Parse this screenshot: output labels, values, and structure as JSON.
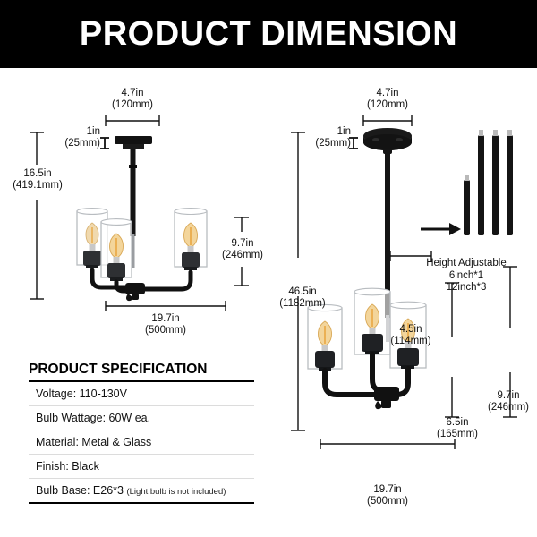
{
  "header": {
    "title": "PRODUCT DIMENSION"
  },
  "left_fixture": {
    "name": "semi-flush-mount-3-light",
    "dimensions": {
      "canopy_width": {
        "inch": "4.7in",
        "mm": "(120mm)"
      },
      "canopy_height": {
        "inch": "1in",
        "mm": "(25mm)"
      },
      "total_height": {
        "inch": "16.5in",
        "mm": "(419.1mm)"
      },
      "shade_height": {
        "inch": "9.7in",
        "mm": "(246mm)"
      },
      "total_width": {
        "inch": "19.7in",
        "mm": "(500mm)"
      }
    }
  },
  "right_fixture": {
    "name": "pendant-chandelier-3-light",
    "dimensions": {
      "canopy_width": {
        "inch": "4.7in",
        "mm": "(120mm)"
      },
      "canopy_height": {
        "inch": "1in",
        "mm": "(25mm)"
      },
      "total_height": {
        "inch": "46.5in",
        "mm": "(1182mm)"
      },
      "shade_width": {
        "inch": "4.5in",
        "mm": "(114mm)"
      },
      "shade_height": {
        "inch": "9.7in",
        "mm": "(246mm)"
      },
      "body_height": {
        "inch": "6.5in",
        "mm": "(165mm)"
      },
      "total_width": {
        "inch": "19.7in",
        "mm": "(500mm)"
      }
    }
  },
  "rods_callout": {
    "title": "Height Adjustable",
    "line1": "6inch*1",
    "line2": "12inch*3"
  },
  "specification": {
    "title": "PRODUCT SPECIFICATION",
    "rows": [
      {
        "text": "Voltage: 110-130V",
        "note": ""
      },
      {
        "text": "Bulb Wattage: 60W ea.",
        "note": ""
      },
      {
        "text": "Material: Metal & Glass",
        "note": ""
      },
      {
        "text": "Finish: Black",
        "note": ""
      },
      {
        "text": "Bulb Base: E26*3",
        "note": "(Light bulb is not included)"
      }
    ]
  },
  "colors": {
    "banner_bg": "#000000",
    "banner_text": "#ffffff",
    "metal_black": "#121212",
    "glass_outline": "#b8bcc0",
    "bulb_amber": "#e8a33d",
    "page_bg": "#ffffff"
  }
}
